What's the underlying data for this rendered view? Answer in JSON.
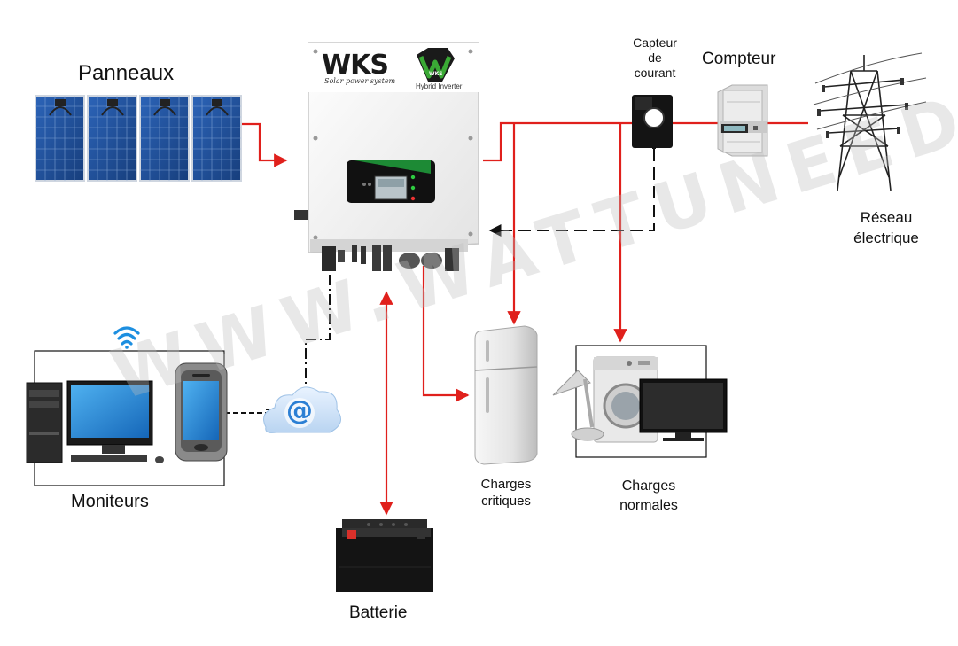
{
  "labels": {
    "panels": "Panneaux",
    "sensor_line1": "Capteur",
    "sensor_line2": "de",
    "sensor_line3": "courant",
    "meter": "Compteur",
    "grid_line1": "Réseau",
    "grid_line2": "électrique",
    "monitors": "Moniteurs",
    "critical_line1": "Charges",
    "critical_line2": "critiques",
    "normal_line1": "Charges",
    "normal_line2": "normales",
    "battery": "Batterie"
  },
  "inverter": {
    "brand": "WKS",
    "tagline": "Solar power system",
    "logo_text": "WKS",
    "model": "Hybrid Inverter"
  },
  "internet_symbol": "@",
  "watermark": "WWW.WATTUNEED.COM",
  "colors": {
    "power_line": "#e0201c",
    "signal_line": "#111111",
    "inverter_body": "#f2f2f2",
    "panel_blue": "#1f4f99",
    "screen_blue": "#1d7fd6",
    "logo_green": "#3aa935"
  },
  "icons": [
    "solar-panel-icon",
    "inverter-icon",
    "current-sensor-icon",
    "energy-meter-icon",
    "power-pylon-icon",
    "desktop-computer-icon",
    "smartphone-icon",
    "wifi-icon",
    "internet-cloud-icon",
    "refrigerator-icon",
    "washing-machine-icon",
    "desk-lamp-icon",
    "television-icon",
    "battery-icon"
  ]
}
